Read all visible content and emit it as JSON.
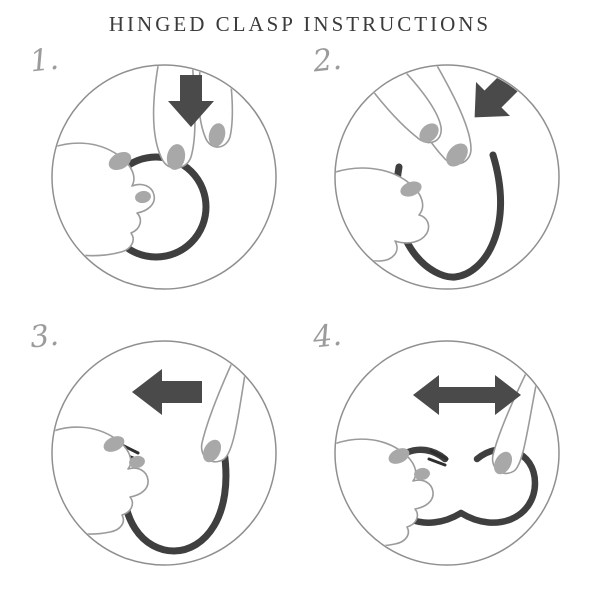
{
  "title": "HINGED CLASP INSTRUCTIONS",
  "steps": [
    {
      "number": "1.",
      "arrow_icon": "arrow-down"
    },
    {
      "number": "2.",
      "arrow_icon": "arrow-down-left"
    },
    {
      "number": "3.",
      "arrow_icon": "arrow-left"
    },
    {
      "number": "4.",
      "arrow_icon": "arrow-left-right"
    }
  ],
  "colors": {
    "title": "#3b3b3b",
    "step_number": "#9b9b9b",
    "clasp": "#3f3f3f",
    "arrow": "#4a4a4a",
    "nail": "#a8a8a8",
    "hand_outline": "#9b9b9b",
    "circle_outline": "#8f8f8f"
  }
}
